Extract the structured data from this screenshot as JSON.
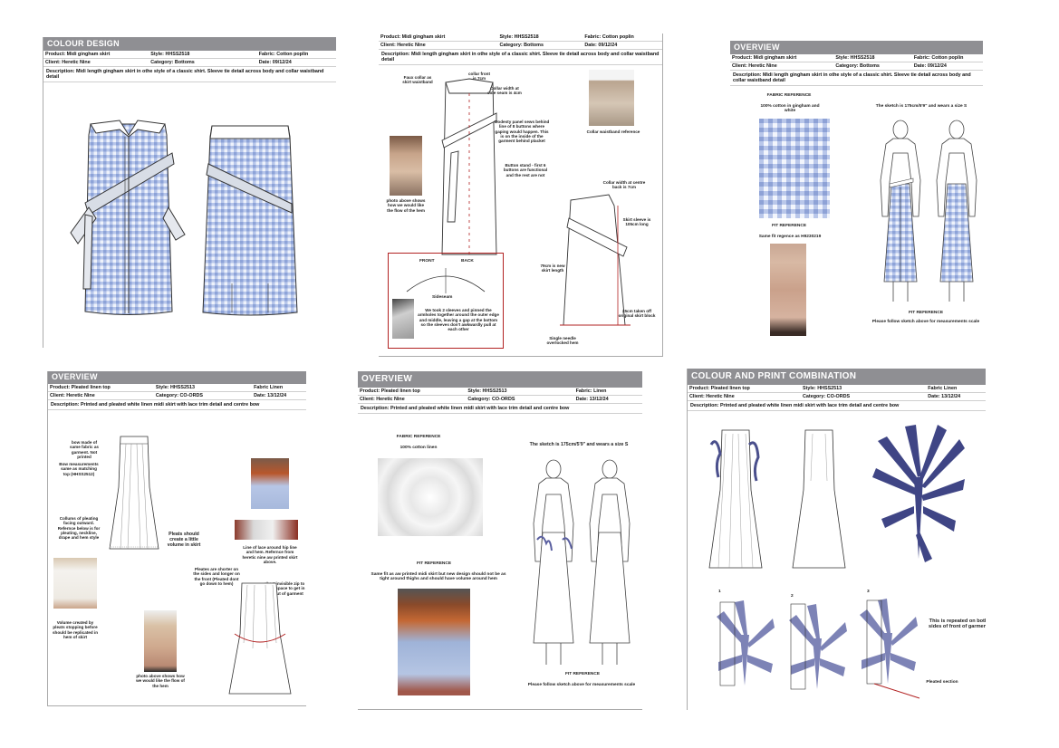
{
  "pages": [
    {
      "header": "COLOUR DESIGN",
      "product": "Product: Midi gingham skirt",
      "style": "Style: HHSS2518",
      "fabric": "Fabric: Cotton poplin",
      "client": "Client: Heretic Nine",
      "category": "Category: Bottoms",
      "date": "Date: 09/12/24",
      "description": "Description: Midi length gingham skirt in othe style of a classic shirt. Sleeve tie detail across body and collar waistband detail"
    },
    {
      "product": "Product: Midi gingham skirt",
      "style": "Style: HHSS2518",
      "fabric": "Fabric: Cotton poplin",
      "client": "Client: Heretic Nine",
      "category": "Category: Bottoms",
      "date": "Date: 09/12/24",
      "description": "Description: Midi length gingham skirt in othe style of a classic shirt. Sleeve tie detail across body and collar waistband detail",
      "annotations": {
        "faux_collar": "Faux collar as skirt waistband",
        "collar_front": "collar front is 7cm",
        "collar_width": "Collar width at side seam is 4cm",
        "modesty_panel": "Modesty panel sews behind line of 8 buttons where gaping would happen. This is on the inside of the garment behind placket",
        "button_stand": "Button stand - first 6 buttons are functional and the rest are not",
        "photo_hem": "photo above shows how we would like the flow of the hem",
        "collar_ref": "Collar waistband reference",
        "collar_back": "Collar width at centre back is 7cm",
        "skirt_sleeve": "Skirt sleeve is 105cm long",
        "skirt_length": "79cm is new skirt length",
        "taken_off": "25cm taken off original skirt block",
        "needle_hem": "Single needle overlocked hem",
        "front": "FRONT",
        "back": "BACK",
        "sideseam": "Sideseam",
        "sleeves_note": "We took 2 sleeves and pinned the armholes together around the outer edge and middle, leaving a gap at the bottom so the sleeves don't awkwardly pull at each other"
      }
    },
    {
      "header": "OVERVIEW",
      "product": "Product: Midi gingham skirt",
      "style": "Style: HHSS2518",
      "fabric": "Fabric: Cotton poplin",
      "client": "Client: Heretic Nine",
      "category": "Category: Bottoms",
      "date": "Date: 09/12/24",
      "description": "Description: Midi length gingham skirt in othe style of a classic shirt. Sleeve tie detail across body and collar waistband detail",
      "fabric_ref": "FABRIC REFERENCE",
      "fabric_text": "100% cotton  in gingham and white",
      "sketch_note": "The sketch is 175cm/5'9\" and wears a size S",
      "fit_ref": "FIT REFERENCE",
      "fit_text": "Same fit regence as H9230219",
      "fit_ref_2": "FIT REFERENCE",
      "scale_note": "Please follow sketch above for measurements scale"
    },
    {
      "header": "OVERVIEW",
      "product": "Product: Pleated linen top",
      "style": "Style: HHSS2513",
      "fabric": "Fabric Linen",
      "client": "Client: Heretic Nine",
      "category": "Category: CO-ORDS",
      "date": "Date: 13/12/24",
      "description": "Description: Printed and pleated white linen midi skirt with lace trim detail and centre bow",
      "annotations": {
        "bow": "bow made of same fabric as garment. Not printed",
        "bow_measure": "Bow measurements same as matching top (HHSS2512)",
        "columns": "Collums of pleating facing outward. Refernce below is for pleating, neckline, drape and hem style",
        "pleats_volume": "Pleats should create a little volume in skirt",
        "lace_line": "Line of lace around hip line and hem. Refernce from heretic nine aw printed skirt above.",
        "pleats_shorter": "Pleates are shorter on the sides and longer on the front (Pleated dont go down to hem)",
        "zip": "short invisible zip to allow space to get in and out of garment",
        "volume_note": "Volume created by pleats stopping before should be replicated in hem of skirt",
        "photo_flow": "photo above shows how we would like the flow of the hem"
      }
    },
    {
      "header": "OVERVIEW",
      "product": "Product: Pleated linen top",
      "style": "Style: HHSS2513",
      "fabric": "Fabric: Linen",
      "client": "Client: Heretic Nine",
      "category": "Category: CO-ORDS",
      "date": "Date: 13/12/24",
      "description": "Description: Printed and pleated white linen midi skirt with lace trim detail and centre bow",
      "fabric_ref": "FABRIC REFERENCE",
      "fabric_text": "100% cotton linen",
      "sketch_note": "The sketch is 175cm/5'9\" and wears a size S",
      "fit_ref": "FIT REFERENCE",
      "fit_text": "Same fit as aw printed midi skirt but new design should not be as tight around thighs and should have volume around hem",
      "fit_ref_2": "FIT REFERENCE",
      "scale_note": "Please follow sketch above for measurements scale"
    },
    {
      "header": "COLOUR AND PRINT COMBINATION",
      "product": "Product: Pleated linen top",
      "style": "Style: HHSS2513",
      "fabric": "Fabric Linen",
      "client": "Client: Heretic Nine",
      "category": "Category: CO-ORDS",
      "date": "Date: 13/12/24",
      "description": "Description: Printed and pleated white linen midi skirt with lace trim detail and centre bow",
      "num1": "1",
      "num2": "2",
      "num3": "3",
      "repeat_note": "This is repeated on both sides of front of garment",
      "pleated_section": "Pleated section"
    }
  ],
  "colors": {
    "header_bar": "#8f8f93",
    "gingham": "#9ab0dd",
    "annotation_red": "#b22222",
    "print_blue": "#4a4f8c"
  }
}
